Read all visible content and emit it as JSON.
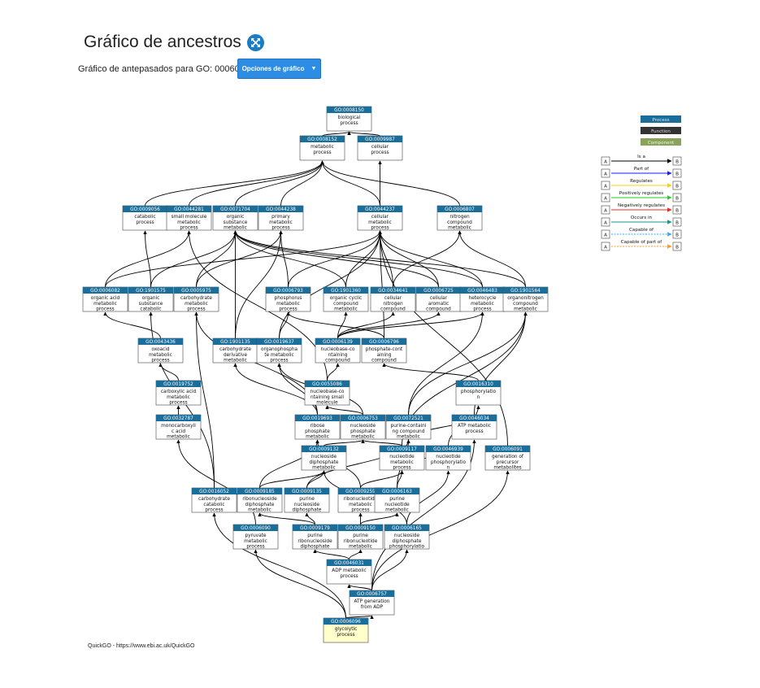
{
  "header": {
    "title": "Gráfico de ancestros",
    "subtitle": "Gráfico de antepasados para GO: 0006096",
    "options_button": "Opciones de gráfico",
    "expand_icon": "expand-arrows-icon"
  },
  "credit": "QuickGO - https://www.ebi.ac.uk/QuickGO",
  "colors": {
    "process": "#1a6e99",
    "function": "#333333",
    "component": "#8aa35c",
    "highlight": "#ffffcc",
    "button": "#2d8de4"
  },
  "legend": {
    "types": [
      {
        "label": "Process",
        "color": "#1a6e99",
        "text": "#cde6f5"
      },
      {
        "label": "Function",
        "color": "#333333",
        "text": "#dddddd"
      },
      {
        "label": "Component",
        "color": "#8aa35c",
        "text": "#eef5e0"
      }
    ],
    "relations": [
      {
        "label": "Is a",
        "color": "#000000",
        "dashed": false
      },
      {
        "label": "Part of",
        "color": "#1a1aff",
        "dashed": false
      },
      {
        "label": "Regulates",
        "color": "#ffcc00",
        "dashed": false
      },
      {
        "label": "Positively regulates",
        "color": "#22cc22",
        "dashed": false
      },
      {
        "label": "Negatively regulates",
        "color": "#ff2222",
        "dashed": false
      },
      {
        "label": "Occurs in",
        "color": "#119988",
        "dashed": false
      },
      {
        "label": "Capable of",
        "color": "#33aaff",
        "dashed": true
      },
      {
        "label": "Capable of part of",
        "color": "#ff9922",
        "dashed": true
      }
    ],
    "box_a": "A",
    "box_b": "B"
  },
  "nodes": [
    {
      "key": "n8150",
      "id": "GO:0008150",
      "lines": [
        "biological",
        "process"
      ]
    },
    {
      "key": "n8152",
      "id": "GO:0008152",
      "lines": [
        "metabolic",
        "process"
      ]
    },
    {
      "key": "n9987",
      "id": "GO:0009987",
      "lines": [
        "cellular",
        "process"
      ]
    },
    {
      "key": "n9056",
      "id": "GO:0009056",
      "lines": [
        "catabolic",
        "process"
      ]
    },
    {
      "key": "n44281",
      "id": "GO:0044281",
      "lines": [
        "small molecule",
        "metabolic",
        "process"
      ]
    },
    {
      "key": "n71704",
      "id": "GO:0071704",
      "lines": [
        "organic",
        "substance",
        "metabolic"
      ]
    },
    {
      "key": "n44238",
      "id": "GO:0044238",
      "lines": [
        "primary",
        "metabolic",
        "process"
      ]
    },
    {
      "key": "n44237",
      "id": "GO:0044237",
      "lines": [
        "cellular",
        "metabolic",
        "process"
      ]
    },
    {
      "key": "n6807",
      "id": "GO:0006807",
      "lines": [
        "nitrogen",
        "compound",
        "metabolic"
      ]
    },
    {
      "key": "n6082",
      "id": "GO:0006082",
      "lines": [
        "organic acid",
        "metabolic",
        "process"
      ]
    },
    {
      "key": "n1901575",
      "id": "GO:1901575",
      "lines": [
        "organic",
        "substance",
        "catabolic"
      ]
    },
    {
      "key": "n5975",
      "id": "GO:0005975",
      "lines": [
        "carbohydrate",
        "metabolic",
        "process"
      ]
    },
    {
      "key": "n6793",
      "id": "GO:0006793",
      "lines": [
        "phosphorus",
        "metabolic",
        "process"
      ]
    },
    {
      "key": "n1901360",
      "id": "GO:1901360",
      "lines": [
        "organic cyclic",
        "compound",
        "metabolic"
      ]
    },
    {
      "key": "n34641",
      "id": "GO:0034641",
      "lines": [
        "cellular",
        "nitrogen",
        "compound"
      ]
    },
    {
      "key": "n6725",
      "id": "GO:0006725",
      "lines": [
        "cellular",
        "aromatic",
        "compound"
      ]
    },
    {
      "key": "n46483",
      "id": "GO:0046483",
      "lines": [
        "heterocycle",
        "metabolic",
        "process"
      ]
    },
    {
      "key": "n1901564",
      "id": "GO:1901564",
      "lines": [
        "organonitrogen",
        "compound",
        "metabolic"
      ]
    },
    {
      "key": "n43436",
      "id": "GO:0043436",
      "lines": [
        "oxoacid",
        "metabolic",
        "process"
      ]
    },
    {
      "key": "n1901135",
      "id": "GO:1901135",
      "lines": [
        "carbohydrate",
        "derivative",
        "metabolic"
      ]
    },
    {
      "key": "n19637",
      "id": "GO:0019637",
      "lines": [
        "organophospha",
        "te metabolic",
        "process"
      ]
    },
    {
      "key": "n6139",
      "id": "GO:0006139",
      "lines": [
        "nucleobase-co",
        "ntaining",
        "compound"
      ]
    },
    {
      "key": "n6796",
      "id": "GO:0006796",
      "lines": [
        "phosphate-cont",
        "aining",
        "compound"
      ]
    },
    {
      "key": "n19752",
      "id": "GO:0019752",
      "lines": [
        "carboxylic acid",
        "metabolic",
        "process"
      ]
    },
    {
      "key": "n55086",
      "id": "GO:0055086",
      "lines": [
        "nucleobase-co",
        "ntaining small",
        "molecule"
      ]
    },
    {
      "key": "n16310",
      "id": "GO:0016310",
      "lines": [
        "phosphorylatio",
        "n"
      ]
    },
    {
      "key": "n32787",
      "id": "GO:0032787",
      "lines": [
        "monocarboxyli",
        "c acid",
        "metabolic"
      ]
    },
    {
      "key": "n19693",
      "id": "GO:0019693",
      "lines": [
        "ribose",
        "phosphate",
        "metabolic"
      ]
    },
    {
      "key": "n6753",
      "id": "GO:0006753",
      "lines": [
        "nucleoside",
        "phosphate",
        "metabolic"
      ]
    },
    {
      "key": "n72521",
      "id": "GO:0072521",
      "lines": [
        "purine-containi",
        "ng compound",
        "metabolic"
      ]
    },
    {
      "key": "n46034",
      "id": "GO:0046034",
      "lines": [
        "ATP metabolic",
        "process"
      ]
    },
    {
      "key": "n9132",
      "id": "GO:0009132",
      "lines": [
        "nucleoside",
        "diphosphate",
        "metabolic"
      ]
    },
    {
      "key": "n9117",
      "id": "GO:0009117",
      "lines": [
        "nucleotide",
        "metabolic",
        "process"
      ]
    },
    {
      "key": "n46939",
      "id": "GO:0046939",
      "lines": [
        "nucleotide",
        "phosphorylatio",
        "n"
      ]
    },
    {
      "key": "n6091",
      "id": "GO:0006091",
      "lines": [
        "generation of",
        "precursor",
        "metabolites"
      ]
    },
    {
      "key": "n16052",
      "id": "GO:0016052",
      "lines": [
        "carbohydrate",
        "catabolic",
        "process"
      ]
    },
    {
      "key": "n9185",
      "id": "GO:0009185",
      "lines": [
        "ribonucleoside",
        "diphosphate",
        "metabolic"
      ]
    },
    {
      "key": "n9135",
      "id": "GO:0009135",
      "lines": [
        "purine",
        "nucleoside",
        "diphosphate"
      ]
    },
    {
      "key": "n9259",
      "id": "GO:0009259",
      "lines": [
        "ribonucleotide",
        "metabolic",
        "process"
      ]
    },
    {
      "key": "n6163",
      "id": "GO:0006163",
      "lines": [
        "purine",
        "nucleotide",
        "metabolic"
      ]
    },
    {
      "key": "n6090",
      "id": "GO:0006090",
      "lines": [
        "pyruvate",
        "metabolic",
        "process"
      ]
    },
    {
      "key": "n9179",
      "id": "GO:0009179",
      "lines": [
        "purine",
        "ribonucleoside",
        "diphosphate"
      ]
    },
    {
      "key": "n9150",
      "id": "GO:0009150",
      "lines": [
        "purine",
        "ribonucleotide",
        "metabolic"
      ]
    },
    {
      "key": "n6165",
      "id": "GO:0006165",
      "lines": [
        "nucleoside",
        "diphosphate",
        "phosphorylatio"
      ]
    },
    {
      "key": "n46031",
      "id": "GO:0046031",
      "lines": [
        "ADP metabolic",
        "process"
      ]
    },
    {
      "key": "n6757",
      "id": "GO:0006757",
      "lines": [
        "ATP generation",
        "from ADP"
      ]
    },
    {
      "key": "n6096",
      "id": "GO:0006096",
      "lines": [
        "glycolytic",
        "process"
      ],
      "highlight": true
    }
  ],
  "edges": [
    [
      "n8152",
      "n8150"
    ],
    [
      "n9987",
      "n8150"
    ],
    [
      "n9056",
      "n8152"
    ],
    [
      "n44281",
      "n8152"
    ],
    [
      "n71704",
      "n8152"
    ],
    [
      "n44238",
      "n8152"
    ],
    [
      "n44237",
      "n8152"
    ],
    [
      "n6807",
      "n8152"
    ],
    [
      "n44237",
      "n9987"
    ],
    [
      "n6082",
      "n44281"
    ],
    [
      "n6082",
      "n44237"
    ],
    [
      "n1901575",
      "n9056"
    ],
    [
      "n1901575",
      "n71704"
    ],
    [
      "n5975",
      "n44238"
    ],
    [
      "n5975",
      "n71704"
    ],
    [
      "n6793",
      "n44237"
    ],
    [
      "n6793",
      "n44238"
    ],
    [
      "n1901360",
      "n71704"
    ],
    [
      "n1901360",
      "n44237"
    ],
    [
      "n34641",
      "n44237"
    ],
    [
      "n34641",
      "n6807"
    ],
    [
      "n6725",
      "n44237"
    ],
    [
      "n6725",
      "n71704"
    ],
    [
      "n46483",
      "n44237"
    ],
    [
      "n46483",
      "n71704"
    ],
    [
      "n1901564",
      "n71704"
    ],
    [
      "n1901564",
      "n6807"
    ],
    [
      "n43436",
      "n6082"
    ],
    [
      "n1901135",
      "n71704"
    ],
    [
      "n1901135",
      "n44238"
    ],
    [
      "n19637",
      "n6793"
    ],
    [
      "n19637",
      "n44237"
    ],
    [
      "n6139",
      "n1901360"
    ],
    [
      "n6139",
      "n34641"
    ],
    [
      "n6139",
      "n6725"
    ],
    [
      "n6139",
      "n46483"
    ],
    [
      "n6796",
      "n6793"
    ],
    [
      "n6796",
      "n44237"
    ],
    [
      "n19752",
      "n43436"
    ],
    [
      "n55086",
      "n6139"
    ],
    [
      "n55086",
      "n44281"
    ],
    [
      "n16310",
      "n6796"
    ],
    [
      "n32787",
      "n19752"
    ],
    [
      "n19693",
      "n19637"
    ],
    [
      "n19693",
      "n1901135"
    ],
    [
      "n19693",
      "n5975"
    ],
    [
      "n6753",
      "n19637"
    ],
    [
      "n6753",
      "n55086"
    ],
    [
      "n72521",
      "n1901564"
    ],
    [
      "n72521",
      "n46483"
    ],
    [
      "n46034",
      "n72521"
    ],
    [
      "n46034",
      "n1901564"
    ],
    [
      "n9132",
      "n6753"
    ],
    [
      "n9117",
      "n6753"
    ],
    [
      "n9117",
      "n1901564"
    ],
    [
      "n46939",
      "n16310"
    ],
    [
      "n46939",
      "n9117"
    ],
    [
      "n6091",
      "n44237"
    ],
    [
      "n16052",
      "n1901575"
    ],
    [
      "n16052",
      "n5975"
    ],
    [
      "n9185",
      "n9132"
    ],
    [
      "n9185",
      "n19693"
    ],
    [
      "n9135",
      "n9132"
    ],
    [
      "n9135",
      "n72521"
    ],
    [
      "n9259",
      "n19693"
    ],
    [
      "n9259",
      "n9117"
    ],
    [
      "n6163",
      "n72521"
    ],
    [
      "n6163",
      "n9117"
    ],
    [
      "n6090",
      "n32787"
    ],
    [
      "n9179",
      "n9185"
    ],
    [
      "n9179",
      "n9135"
    ],
    [
      "n9150",
      "n9259"
    ],
    [
      "n9150",
      "n6163"
    ],
    [
      "n6165",
      "n46939"
    ],
    [
      "n6165",
      "n9132"
    ],
    [
      "n46031",
      "n9179"
    ],
    [
      "n46031",
      "n9150"
    ],
    [
      "n6757",
      "n46031"
    ],
    [
      "n6757",
      "n6165"
    ],
    [
      "n6757",
      "n46034"
    ],
    [
      "n6757",
      "n6091"
    ],
    [
      "n6096",
      "n6757"
    ],
    [
      "n6096",
      "n16052"
    ],
    [
      "n6096",
      "n6090"
    ]
  ]
}
